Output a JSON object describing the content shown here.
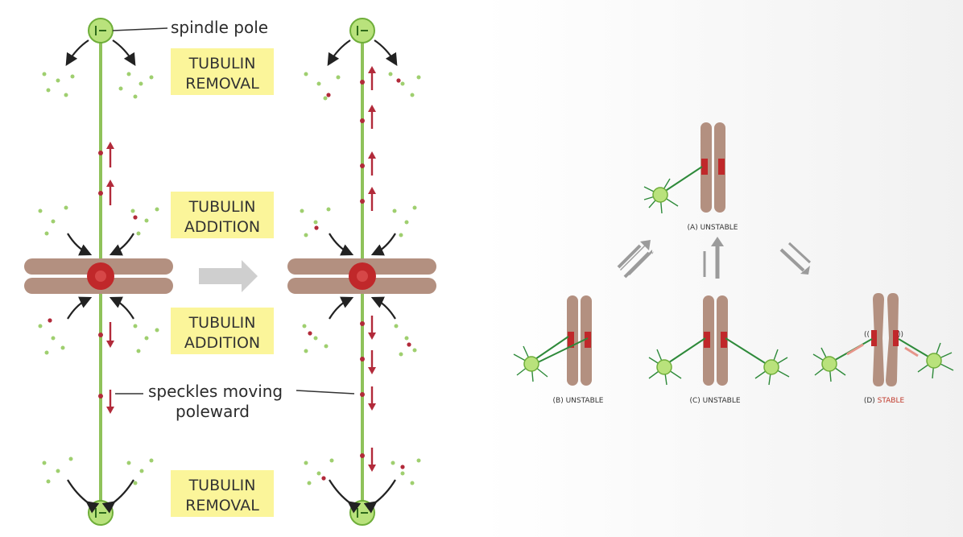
{
  "left_panel": {
    "labels": {
      "spindle_pole": "spindle pole",
      "speckles": "speckles moving",
      "speckles_2": "poleward"
    },
    "boxes": {
      "top": [
        "TUBULIN",
        "REMOVAL"
      ],
      "mid_top": [
        "TUBULIN",
        "ADDITION"
      ],
      "mid_bottom": [
        "TUBULIN",
        "ADDITION"
      ],
      "bottom": [
        "TUBULIN",
        "REMOVAL"
      ]
    },
    "transition_arrow_icon": "right-arrow"
  },
  "right_panel": {
    "captions": {
      "a": "(A) UNSTABLE",
      "b": "(B) UNSTABLE",
      "c": "(C) UNSTABLE",
      "d_prefix": "(D) ",
      "d_word": "STABLE"
    },
    "equilibrium_icon": "equilibrium-arrows"
  },
  "colors": {
    "microtubule": "#8fc25a",
    "pole_fill": "#b9e27c",
    "pole_stroke": "#6fae3a",
    "chromosome": "#b39080",
    "kinetochore": "#c0282a",
    "highlight": "#fbf59a",
    "speckle_red": "#b22a3a",
    "speckle_green": "#9fcf6f",
    "arrow_grey": "#c9c9c9"
  }
}
